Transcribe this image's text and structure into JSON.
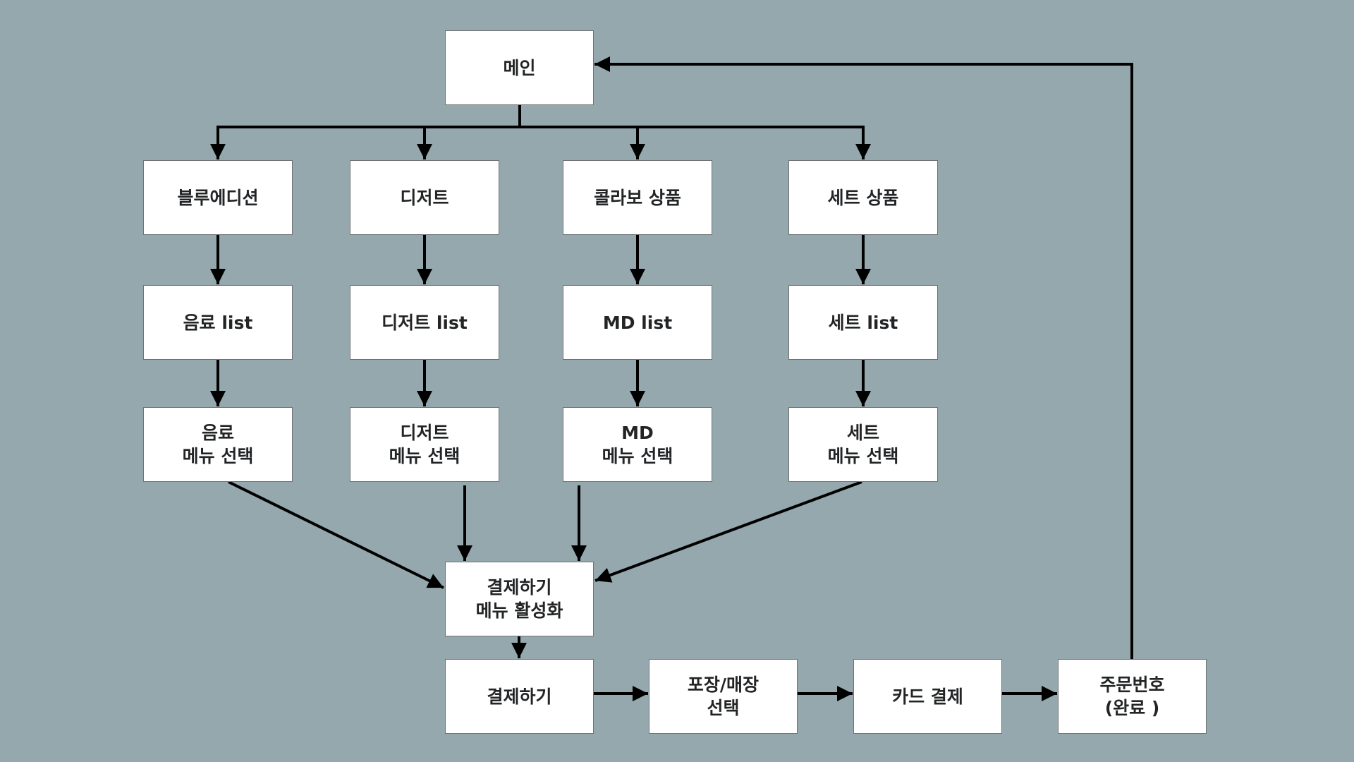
{
  "colors": {
    "background": "#95a8ae",
    "node_fill": "#ffffff",
    "node_border": "#6f7375",
    "arrow": "#000000",
    "text": "#222426"
  },
  "nodes": {
    "main": {
      "label": "메인"
    },
    "blue_edition": {
      "label": "블루에디션"
    },
    "dessert": {
      "label": "디저트"
    },
    "collab": {
      "label": "콜라보 상품"
    },
    "set": {
      "label": "세트 상품"
    },
    "drink_list": {
      "label": "음료 list"
    },
    "dessert_list": {
      "label": "디저트 list"
    },
    "md_list": {
      "label": "MD list"
    },
    "set_list": {
      "label": "세트 list"
    },
    "drink_select": {
      "label": "음료\n메뉴 선택"
    },
    "dessert_select": {
      "label": "디저트\n메뉴 선택"
    },
    "md_select": {
      "label": "MD\n메뉴 선택"
    },
    "set_select": {
      "label": "세트\n메뉴 선택"
    },
    "pay_activate": {
      "label": "결제하기\n메뉴 활성화"
    },
    "pay": {
      "label": "결제하기"
    },
    "pack_or_dine": {
      "label": "포장/매장\n선택"
    },
    "card_pay": {
      "label": "카드 결제"
    },
    "order_number": {
      "label": "주문번호\n(완료 )"
    }
  },
  "edges": [
    {
      "from": "main",
      "to": "blue_edition"
    },
    {
      "from": "main",
      "to": "dessert"
    },
    {
      "from": "main",
      "to": "collab"
    },
    {
      "from": "main",
      "to": "set"
    },
    {
      "from": "blue_edition",
      "to": "drink_list"
    },
    {
      "from": "dessert",
      "to": "dessert_list"
    },
    {
      "from": "collab",
      "to": "md_list"
    },
    {
      "from": "set",
      "to": "set_list"
    },
    {
      "from": "drink_list",
      "to": "drink_select"
    },
    {
      "from": "dessert_list",
      "to": "dessert_select"
    },
    {
      "from": "md_list",
      "to": "md_select"
    },
    {
      "from": "set_list",
      "to": "set_select"
    },
    {
      "from": "drink_select",
      "to": "pay_activate"
    },
    {
      "from": "dessert_select",
      "to": "pay_activate"
    },
    {
      "from": "md_select",
      "to": "pay_activate"
    },
    {
      "from": "set_select",
      "to": "pay_activate"
    },
    {
      "from": "pay_activate",
      "to": "pay"
    },
    {
      "from": "pay",
      "to": "pack_or_dine"
    },
    {
      "from": "pack_or_dine",
      "to": "card_pay"
    },
    {
      "from": "card_pay",
      "to": "order_number"
    },
    {
      "from": "order_number",
      "to": "main"
    }
  ]
}
